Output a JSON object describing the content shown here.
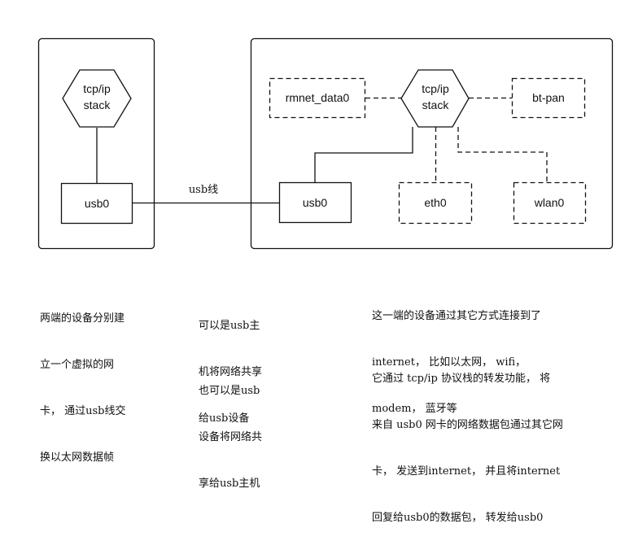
{
  "left_device": {
    "stack_label_line1": "tcp/ip",
    "stack_label_line2": "stack",
    "usb_label": "usb0"
  },
  "right_device": {
    "stack_label_line1": "tcp/ip",
    "stack_label_line2": "stack",
    "usb_label": "usb0",
    "rmnet_label": "rmnet_data0",
    "btpan_label": "bt-pan",
    "eth_label": "eth0",
    "wlan_label": "wlan0"
  },
  "cable_label": "usb线",
  "notes": {
    "left": [
      "两端的设备分别建",
      "立一个虚拟的网",
      "卡， 通过usb线交",
      "换以太网数据帧"
    ],
    "middle_a": [
      "可以是usb主",
      "机将网络共享",
      "给usb设备"
    ],
    "middle_b": [
      "也可以是usb",
      "设备将网络共",
      "享给usb主机"
    ],
    "right_a": [
      "这一端的设备通过其它方式连接到了",
      "internet， 比如以太网， wifi，",
      "modem， 蓝牙等"
    ],
    "right_b": [
      "它通过 tcp/ip 协议栈的转发功能， 将",
      "来自 usb0 网卡的网络数据包通过其它网",
      "卡， 发送到internet， 并且将internet",
      "回复给usb0的数据包， 转发给usb0"
    ]
  }
}
